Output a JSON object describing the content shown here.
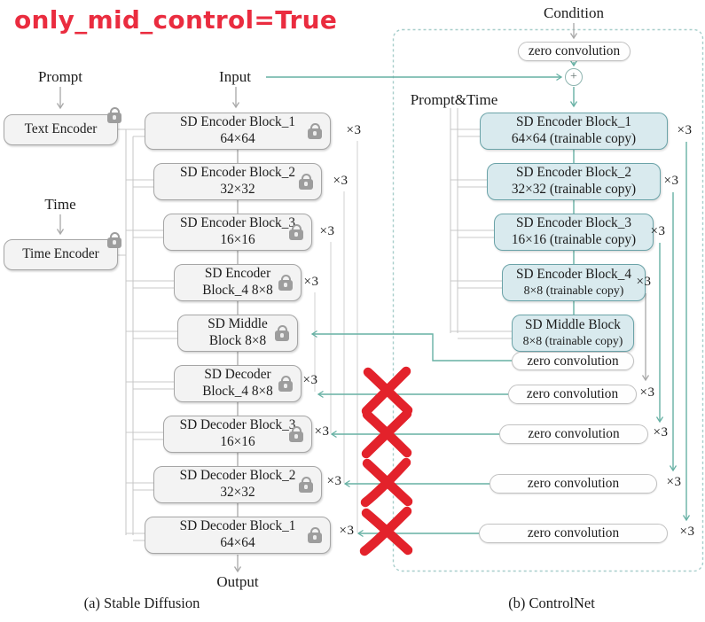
{
  "title": {
    "text": "only_mid_control=True"
  },
  "labels": {
    "prompt": "Prompt",
    "input": "Input",
    "time": "Time",
    "condition": "Condition",
    "prompt_time": "Prompt&Time",
    "output": "Output",
    "times3": "×3",
    "plus": "+"
  },
  "encoders": {
    "text_encoder": "Text Encoder",
    "time_encoder": "Time Encoder"
  },
  "sd": [
    {
      "line1": "SD Encoder Block_1",
      "line2": "64×64"
    },
    {
      "line1": "SD Encoder Block_2",
      "line2": "32×32"
    },
    {
      "line1": "SD Encoder Block_3",
      "line2": "16×16"
    },
    {
      "line1": "SD Encoder",
      "line2": "Block_4 8×8"
    },
    {
      "line1": "SD Middle",
      "line2": "Block 8×8"
    },
    {
      "line1": "SD Decoder",
      "line2": "Block_4 8×8"
    },
    {
      "line1": "SD Decoder Block_3",
      "line2": "16×16"
    },
    {
      "line1": "SD Decoder Block_2",
      "line2": "32×32"
    },
    {
      "line1": "SD Decoder Block_1",
      "line2": "64×64"
    }
  ],
  "ctrl": [
    {
      "line1": "SD Encoder Block_1",
      "line2": "64×64 (trainable copy)"
    },
    {
      "line1": "SD Encoder Block_2",
      "line2": "32×32 (trainable copy)"
    },
    {
      "line1": "SD Encoder Block_3",
      "line2": "16×16 (trainable copy)"
    },
    {
      "line1": "SD Encoder Block_4",
      "line2": "8×8 (trainable copy)"
    },
    {
      "line1": "SD Middle Block",
      "line2": "8×8 (trainable copy)"
    }
  ],
  "zero_conv": "zero convolution",
  "captions": {
    "a": "(a) Stable Diffusion",
    "b": "(b) ControlNet"
  },
  "colors": {
    "title_red": "#ea2c3f",
    "red_x": "#e3222b",
    "teal_line": "#67b1a4",
    "dashed_border": "#a7cecb",
    "trainable_fill": "#d9eaee",
    "trainable_border": "#6ba3a8",
    "locked_fill": "#f3f3f3",
    "locked_border": "#a6a6a6"
  }
}
